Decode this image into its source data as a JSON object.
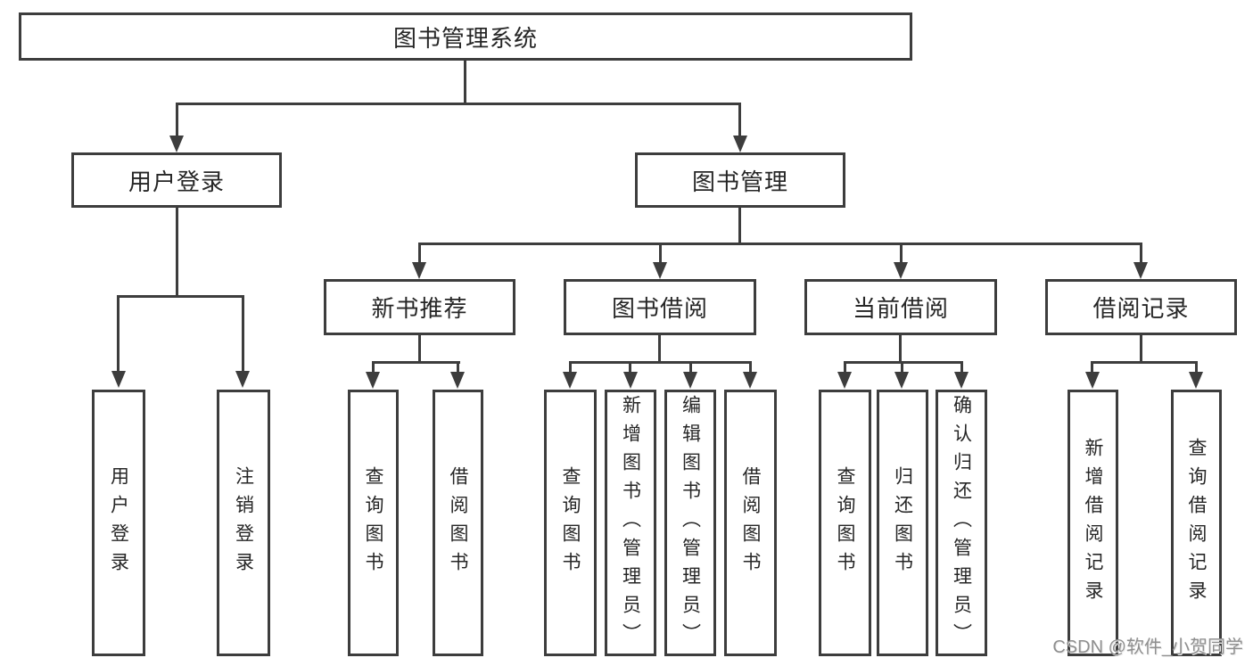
{
  "diagram": {
    "title": "图书管理系统",
    "branches": [
      {
        "label": "用户登录",
        "children": [
          "用户登录",
          "注销登录"
        ]
      },
      {
        "label": "图书管理",
        "children": [
          {
            "label": "新书推荐",
            "children": [
              "查询图书",
              "借阅图书"
            ]
          },
          {
            "label": "图书借阅",
            "children": [
              "查询图书",
              "新增图书（管理员）",
              "编辑图书（管理员）",
              "借阅图书"
            ]
          },
          {
            "label": "当前借阅",
            "children": [
              "查询图书",
              "归还图书",
              "确认归还（管理员）"
            ]
          },
          {
            "label": "借阅记录",
            "children": [
              "新增借阅记录",
              "查询借阅记录"
            ]
          }
        ]
      }
    ],
    "watermark": "CSDN @软件_小贺同学",
    "colors": {
      "line": "#3d3d3d",
      "text": "#262626",
      "watermark": "#8f8f8f",
      "background": "#ffffff"
    }
  }
}
